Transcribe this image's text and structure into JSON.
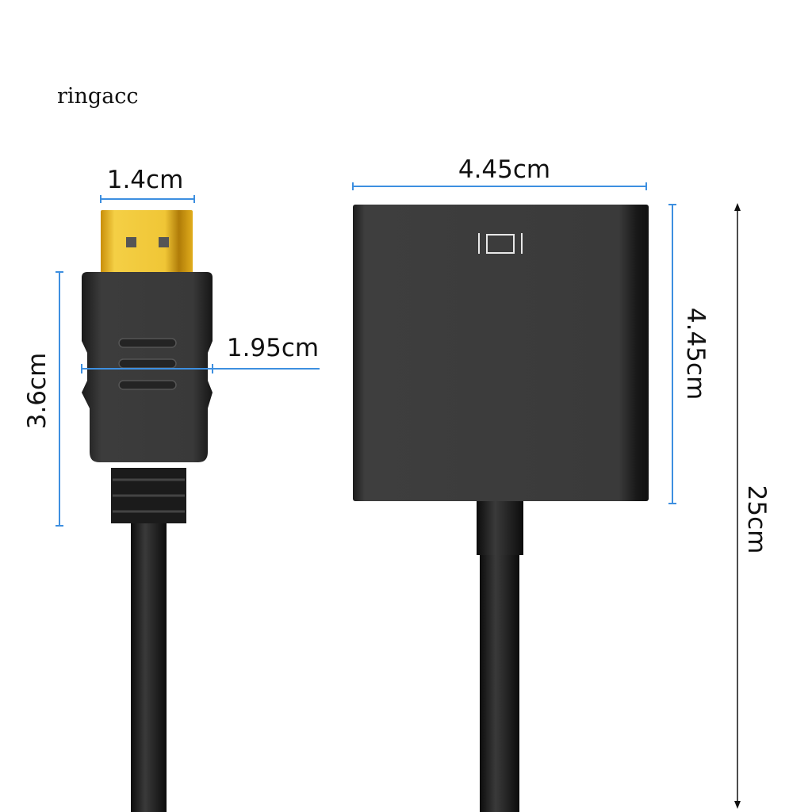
{
  "brand": "ringacc",
  "dimensions": {
    "hdmi_plug_width": "1.4cm",
    "hdmi_body_width": "1.95cm",
    "hdmi_body_height": "3.6cm",
    "vga_box_width": "4.45cm",
    "vga_box_height": "4.45cm",
    "total_length": "25cm"
  },
  "colors": {
    "dimension_line": "#3d8fe0",
    "gold_connector": "#e8b820",
    "body": "#333333",
    "length_arrow": "#111111"
  },
  "icons": [
    "hdmi-connector",
    "vga-adapter-box",
    "vga-port-icon"
  ]
}
